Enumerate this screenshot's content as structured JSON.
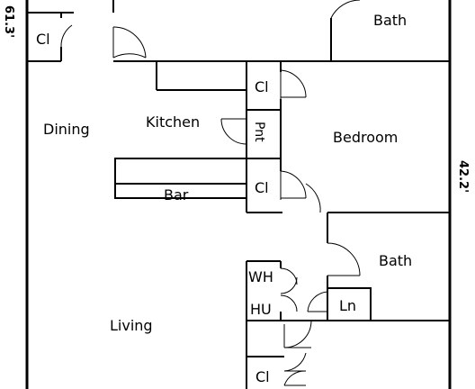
{
  "labels": {
    "bath_top": "Bath",
    "closet_top_left": "Cl",
    "dining": "Dining",
    "kitchen": "Kitchen",
    "closet_kitchen": "Cl",
    "pantry": "Pnt",
    "bedroom": "Bedroom",
    "closet_bar": "Cl",
    "bar": "Bar",
    "bath_mid": "Bath",
    "wh": "WH",
    "hu": "HU",
    "linen": "Ln",
    "living": "Living",
    "closet_bottom": "Cl"
  },
  "dimensions": {
    "left": "61.3'",
    "right": "42.2'"
  }
}
